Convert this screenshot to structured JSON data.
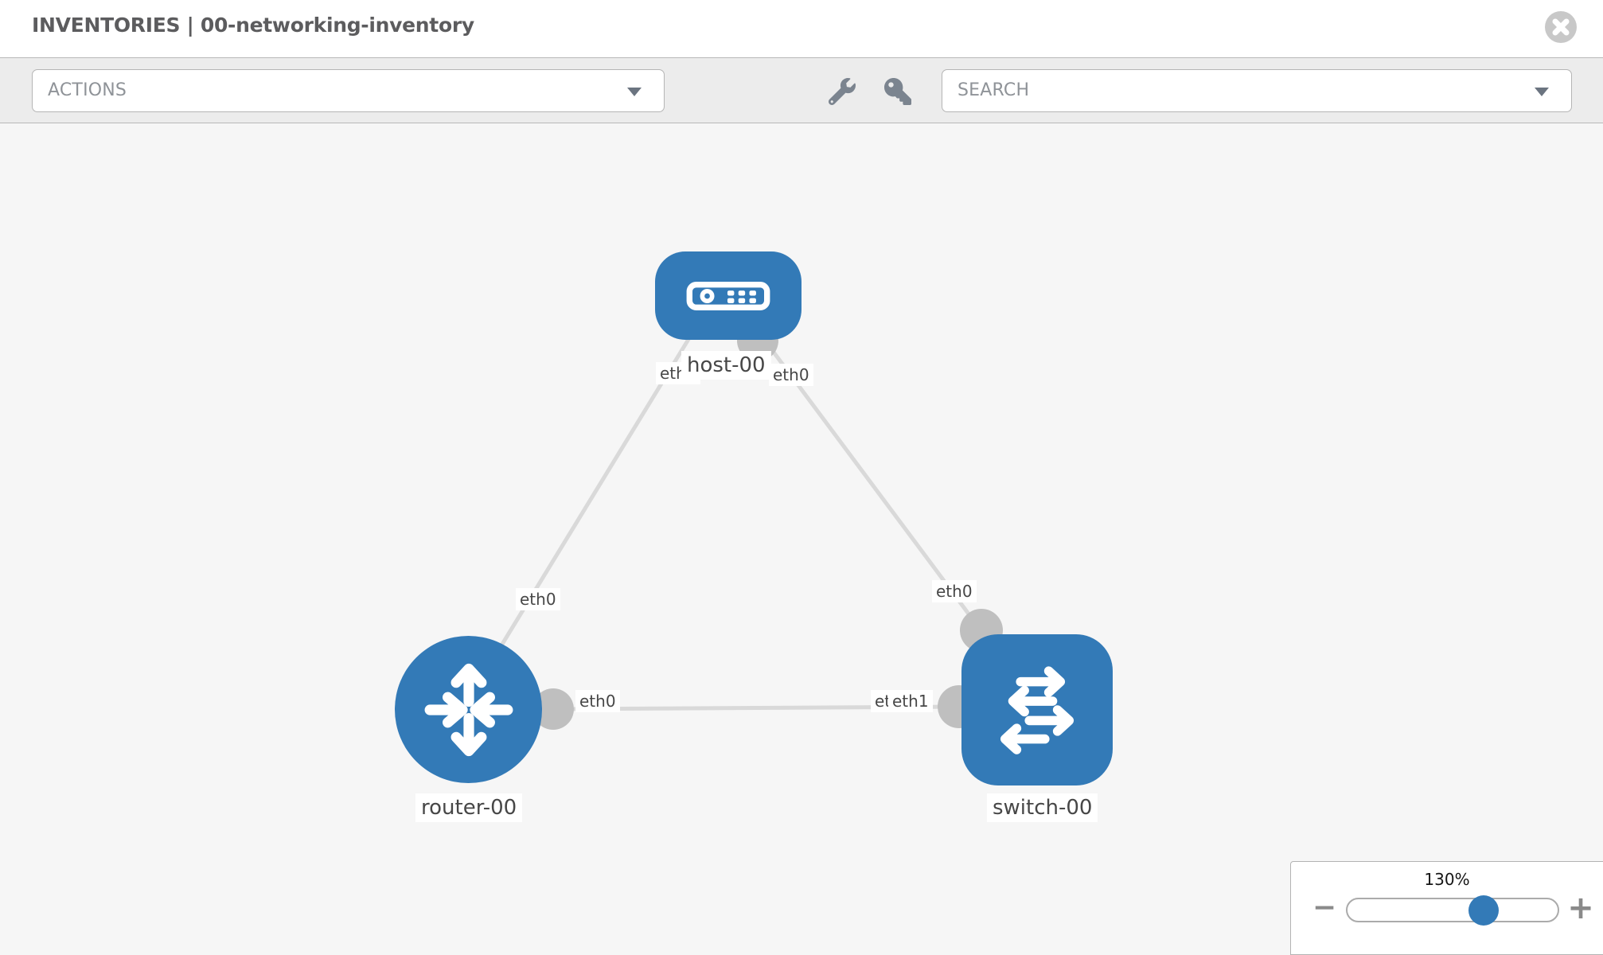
{
  "header": {
    "title": "INVENTORIES | 00-networking-inventory"
  },
  "toolbar": {
    "actions_label": "ACTIONS",
    "search_placeholder": "SEARCH"
  },
  "topology": {
    "nodes": [
      {
        "name": "host-00",
        "type": "host"
      },
      {
        "name": "router-00",
        "type": "router"
      },
      {
        "name": "switch-00",
        "type": "switch"
      }
    ],
    "links": [
      {
        "source": "host-00",
        "source_interface": "eth0",
        "target": "router-00",
        "target_interface": "eth0"
      },
      {
        "source": "host-00",
        "source_interface": "eth0",
        "target": "switch-00",
        "target_interface": "eth0"
      },
      {
        "source": "router-00",
        "source_interface": "eth0",
        "target": "switch-00",
        "target_interface": "eth1"
      }
    ],
    "interface_labels": {
      "host_left": "eth0",
      "host_right": "eth0",
      "host_router_mid": "eth0",
      "host_switch_mid": "eth0",
      "router_port": "eth0",
      "switch_port_back": "eth0",
      "switch_port_front": "eth1"
    }
  },
  "zoom_control": {
    "level": "130%",
    "zoom_out": "−",
    "zoom_in": "+"
  },
  "colors": {
    "node_blue": "#337ab7",
    "link_gray": "#d9d9d9",
    "port_gray": "#bfbfbf",
    "icon_gray": "#7b848f",
    "accent": "#337ab7"
  }
}
